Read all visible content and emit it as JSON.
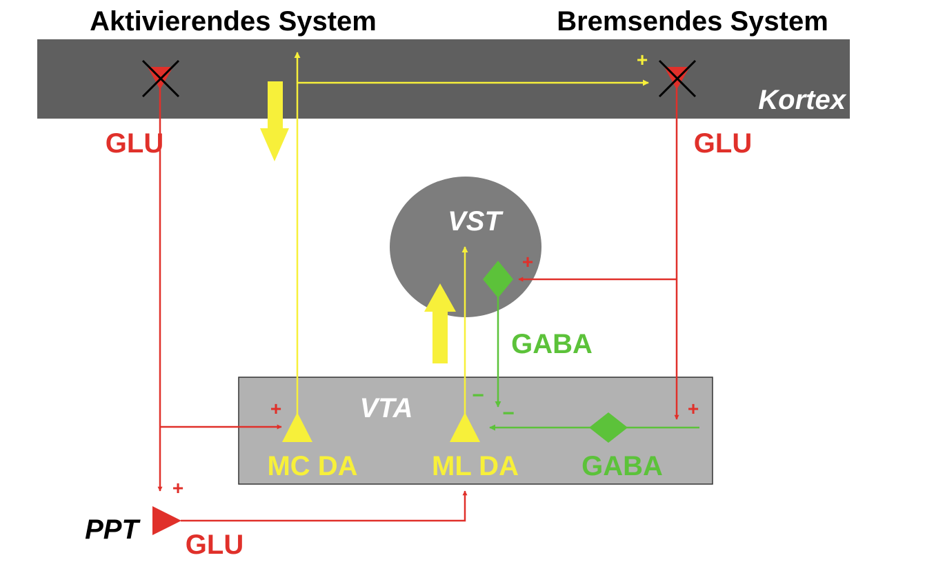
{
  "headings": {
    "left": "Aktivierendes System",
    "right": "Bremsendes System"
  },
  "regions": {
    "cortex": "Kortex",
    "vst": "VST",
    "vta": "VTA"
  },
  "labels": {
    "glu_left": "GLU",
    "glu_right": "GLU",
    "glu_bottom": "GLU",
    "gaba_mid": "GABA",
    "gaba_vta": "GABA",
    "mc_da": "MC DA",
    "ml_da": "ML DA",
    "ppt": "PPT"
  },
  "signs": {
    "plus": "+",
    "minus": "−"
  },
  "colors": {
    "cortex_band": "#5f5f5f",
    "vst_ellipse": "#7d7d7d",
    "vta_box": "#b2b2b2",
    "glutamate": "#e0302a",
    "dopamine": "#f7f03a",
    "gaba": "#5cc23a",
    "region_text": "#ffffff",
    "heading_text": "#000000"
  }
}
